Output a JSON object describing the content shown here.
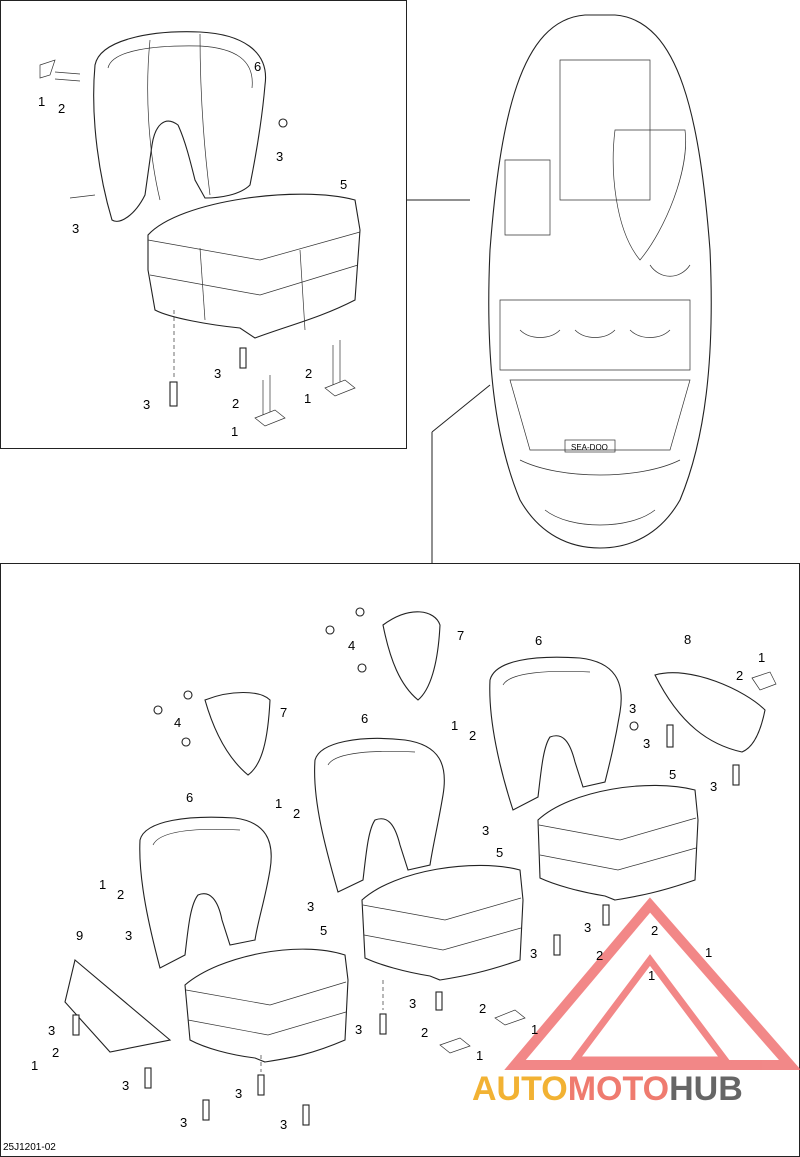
{
  "diagram": {
    "top_panel": {
      "callouts": [
        {
          "id": "c1",
          "text": "1"
        },
        {
          "id": "c2",
          "text": "2"
        },
        {
          "id": "c6",
          "text": "6"
        },
        {
          "id": "c3a",
          "text": "3"
        },
        {
          "id": "c5",
          "text": "5"
        },
        {
          "id": "c3b",
          "text": "3"
        },
        {
          "id": "c3c",
          "text": "3"
        },
        {
          "id": "c3d",
          "text": "3"
        },
        {
          "id": "c2b",
          "text": "2"
        },
        {
          "id": "c1b",
          "text": "1"
        },
        {
          "id": "c2c",
          "text": "2"
        },
        {
          "id": "c1c",
          "text": "1"
        }
      ]
    },
    "bottom_panel": {
      "callouts": [
        "7",
        "4",
        "6",
        "8",
        "1",
        "2",
        "3",
        "5",
        "9"
      ]
    },
    "watercraft_brand": "SEA-DOO",
    "drawing_code": "25J1201-02",
    "watermark": {
      "part1": "AUTO",
      "part2": "MOTO",
      "part3": "HUB",
      "colors": {
        "part1": "#f2b233",
        "part2": "#ef7b6f",
        "part3": "#666666",
        "triangle": "#ef6a6a"
      }
    }
  }
}
